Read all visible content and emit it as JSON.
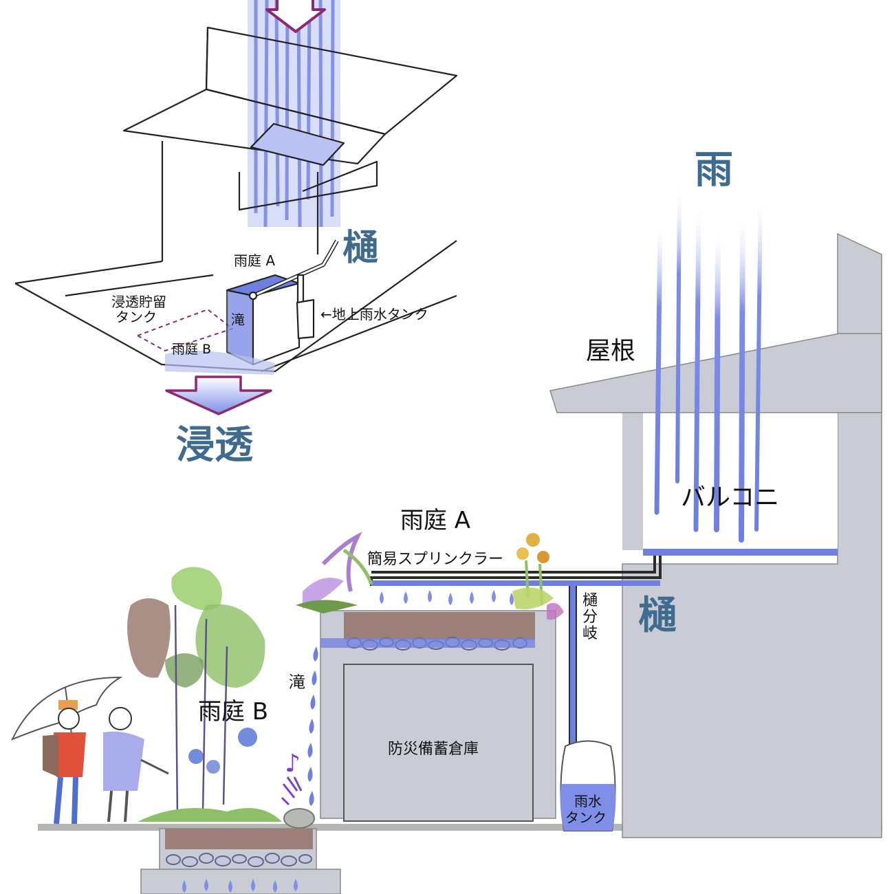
{
  "colors": {
    "rain": "#6f7fe0",
    "rain_light": "#b9c2f2",
    "building": "#c9ccd4",
    "pipe": "#2b2b2b",
    "arrow": "#8b2a6e",
    "soil": "#9c7f78",
    "gravel": "#5d6590",
    "title_blue": "#3f6b8e",
    "leaf_green": "#8fbf66",
    "tank_water": "#7f8ee6"
  },
  "top_sketch": {
    "gutter_label": "樋",
    "rain_garden_a": "雨庭 A",
    "infiltration_tank": "浸透貯留",
    "infiltration_tank_2": "タンク",
    "waterfall": "滝",
    "ground_tank": "←地上雨水タンク",
    "rain_garden_b": "雨庭 B",
    "infiltration": "浸透"
  },
  "section": {
    "rain": "雨",
    "roof": "屋根",
    "balcony": "バルコニ",
    "gutter": "樋",
    "rain_garden_a": "雨庭 A",
    "sprinkler": "簡易スプリンクラー",
    "gutter_branch": [
      "樋",
      "分",
      "岐"
    ],
    "waterfall": "滝",
    "rain_garden_b": "雨庭 B",
    "storage": "防災備蓄倉庫",
    "rain_tank": [
      "雨水",
      "タンク"
    ],
    "music_note": "♪"
  },
  "icons": [
    "down-arrow-icon",
    "music-note-icon",
    "umbrella-icon",
    "plant-icon",
    "tree-icon"
  ]
}
